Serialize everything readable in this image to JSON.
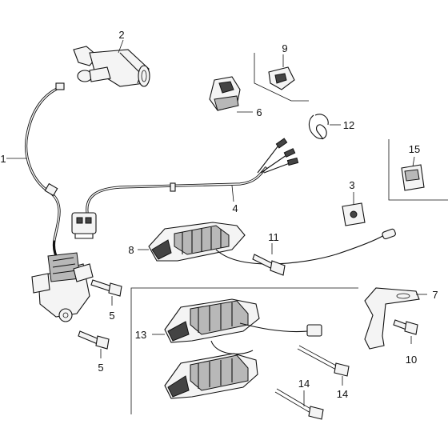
{
  "callouts": {
    "c1": "1",
    "c2": "2",
    "c3": "3",
    "c4": "4",
    "c5a": "5",
    "c5b": "5",
    "c6": "6",
    "c7": "7",
    "c8": "8",
    "c9": "9",
    "c10": "10",
    "c11": "11",
    "c12": "12",
    "c13": "13",
    "c14a": "14",
    "c14b": "14",
    "c15": "15"
  },
  "colors": {
    "line": "#111111",
    "fill": "#f4f4f4",
    "shade": "#b8b8b8",
    "dark": "#444444"
  }
}
